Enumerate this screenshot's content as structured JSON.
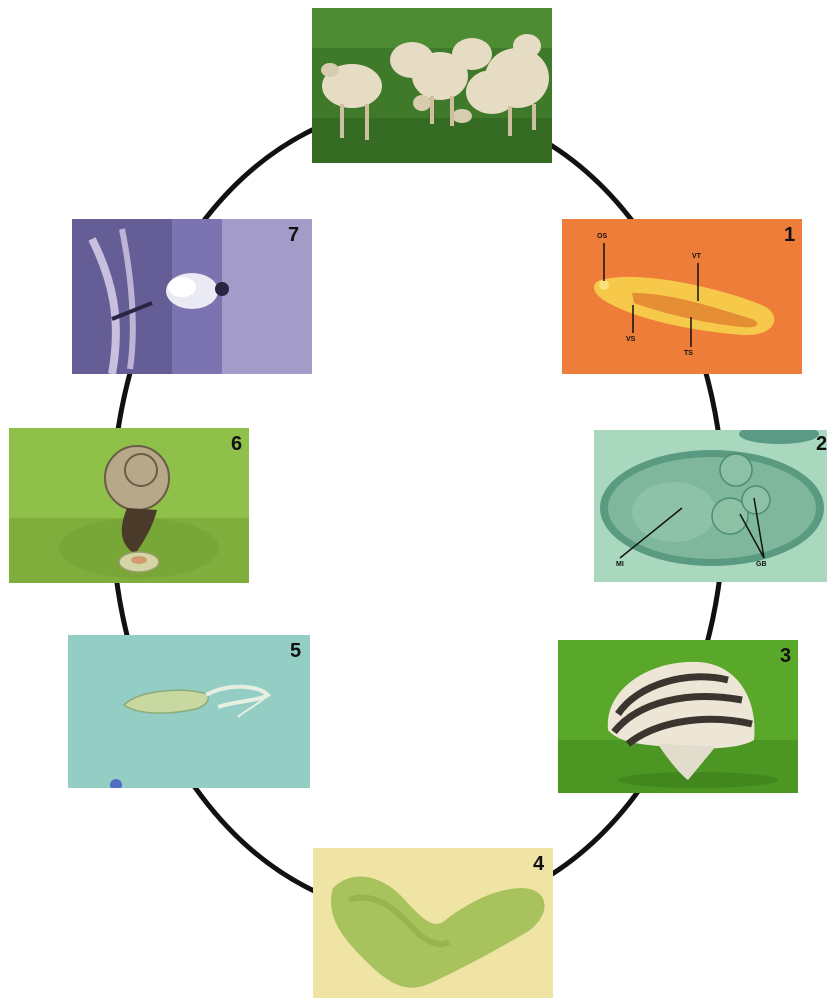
{
  "colors": {
    "ring": "#111111",
    "background": "#ffffff"
  },
  "stages": {
    "s1": {
      "number": "1",
      "labels": {
        "os": "OS",
        "vt": "VT",
        "vs": "VS",
        "ts": "TS"
      }
    },
    "s2": {
      "number": "2",
      "labels": {
        "mi": "MI",
        "gb": "GB"
      }
    },
    "s3": {
      "number": "3"
    },
    "s4": {
      "number": "4"
    },
    "s5": {
      "number": "5"
    },
    "s6": {
      "number": "6"
    },
    "s7": {
      "number": "7"
    }
  }
}
